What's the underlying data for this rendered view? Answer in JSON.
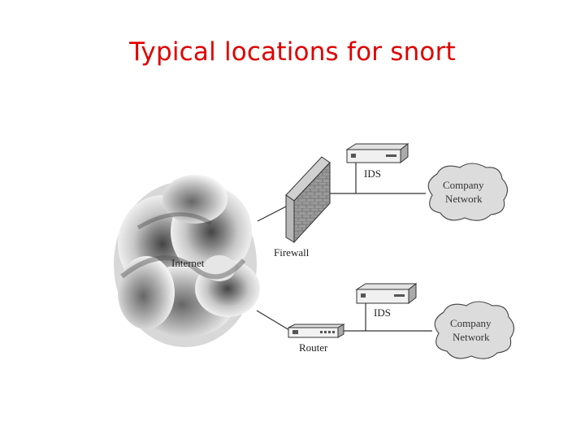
{
  "title": "Typical locations for snort",
  "labels": {
    "internet": "Internet",
    "firewall": "Firewall",
    "router": "Router",
    "ids_top": "IDS",
    "ids_bottom": "IDS",
    "company_top_line1": "Company",
    "company_top_line2": "Network",
    "company_bottom_line1": "Company",
    "company_bottom_line2": "Network"
  },
  "colors": {
    "title": "#e00000",
    "cloud_fill": "#dcdcdc",
    "internet_dark": "#555555"
  }
}
